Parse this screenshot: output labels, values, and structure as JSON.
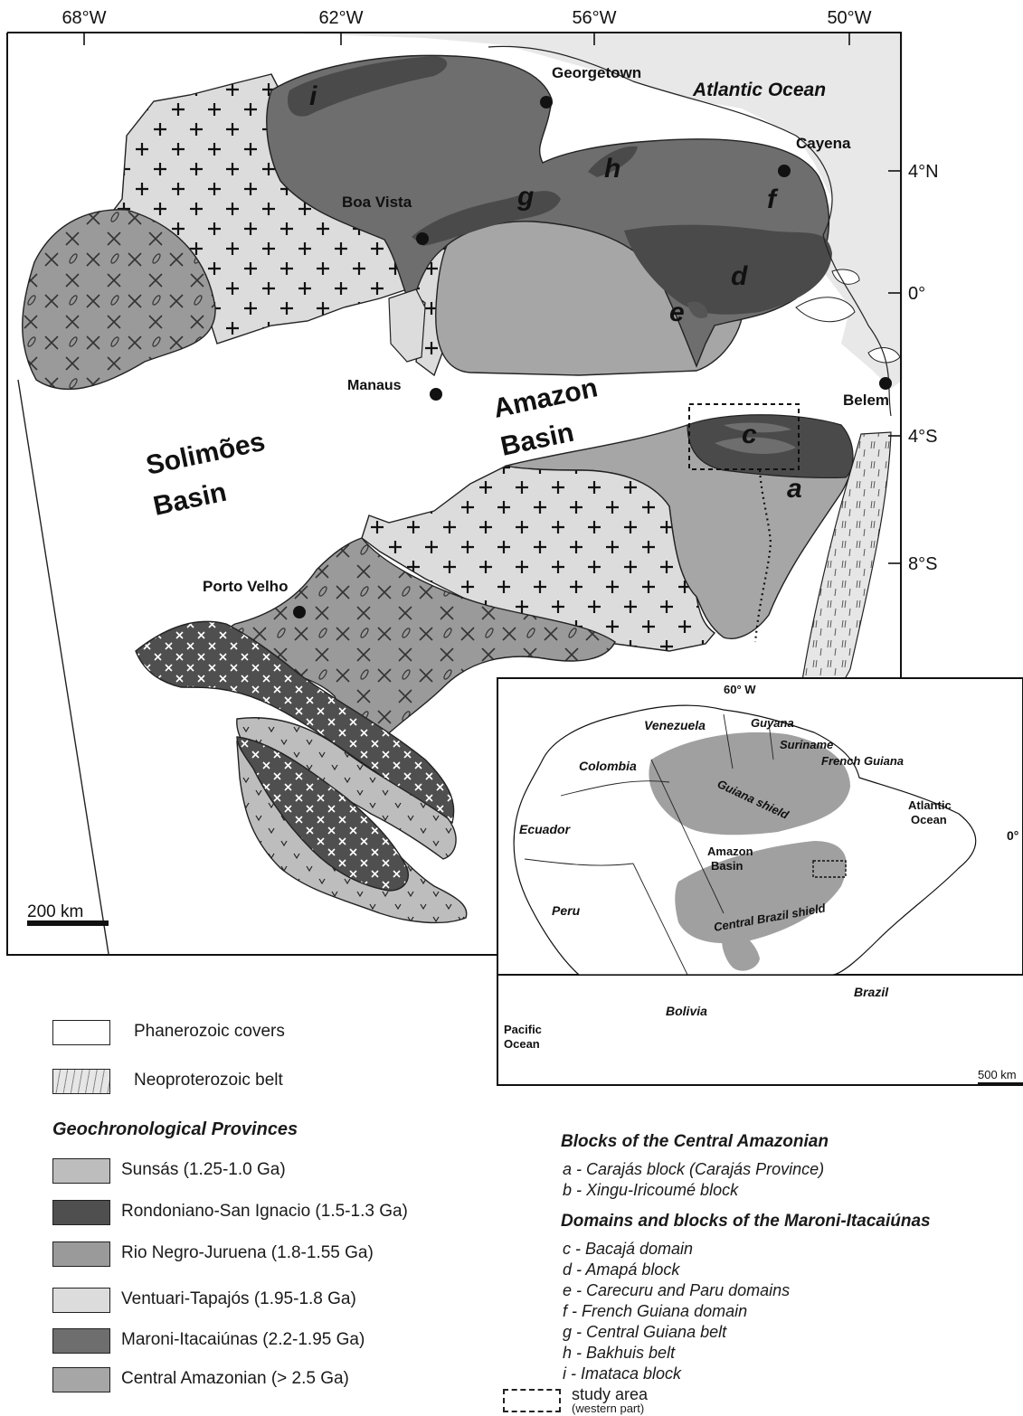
{
  "longitudes": [
    "68°W",
    "62°W",
    "56°W",
    "50°W"
  ],
  "latitudes": [
    "4°N",
    "0°",
    "4°S",
    "8°S"
  ],
  "cities": {
    "georgetown": "Georgetown",
    "cayena": "Cayena",
    "boa_vista": "Boa Vista",
    "manaus": "Manaus",
    "belem": "Belem",
    "porto_velho": "Porto Velho"
  },
  "water": {
    "atlantic": "Atlantic Ocean"
  },
  "basins": {
    "amazon_1": "Amazon",
    "amazon_2": "Basin",
    "solimoes_1": "Solimões",
    "solimoes_2": "Basin"
  },
  "block_letters": [
    "a",
    "c",
    "d",
    "e",
    "f",
    "g",
    "h",
    "i"
  ],
  "scale_main": "200 km",
  "inset": {
    "longitude": "60° W",
    "equator": "0°",
    "countries": [
      "Venezuela",
      "Guyana",
      "Suriname",
      "French Guiana",
      "Colombia",
      "Ecuador",
      "Peru",
      "Bolivia",
      "Brazil"
    ],
    "atlantic_1": "Atlantic",
    "atlantic_2": "Ocean",
    "pacific_1": "Pacific",
    "pacific_2": "Ocean",
    "amazon_1": "Amazon",
    "amazon_2": "Basin",
    "guiana_shield": "Guiana shield",
    "central_brazil_shield": "Central Brazil shield",
    "scale": "500 km"
  },
  "legend": {
    "phanerozoic": "Phanerozoic covers",
    "neoproterozoic": "Neoproterozoic belt",
    "provinces_title": "Geochronological Provinces",
    "provinces": [
      "Sunsás (1.25-1.0 Ga)",
      "Rondoniano-San Ignacio (1.5-1.3 Ga)",
      "Rio Negro-Juruena (1.8-1.55 Ga)",
      "Ventuari-Tapajós (1.95-1.8 Ga)",
      "Maroni-Itacaiúnas (2.2-1.95 Ga)",
      "Central Amazonian (> 2.5 Ga)"
    ],
    "blocks_title": "Blocks of the Central Amazonian",
    "blocks": [
      "a - Carajás block (Carajás Province)",
      "b - Xingu-Iricoumé block"
    ],
    "domains_title": "Domains and blocks of the Maroni-Itacaiúnas",
    "domains": [
      "c - Bacajá domain",
      "d - Amapá block",
      "e - Carecuru and Paru domains",
      "f -  French Guiana domain",
      "g - Central Guiana belt",
      "h - Bakhuis belt",
      "i - Imataca block"
    ],
    "study_area": "study area",
    "study_area_note": "(western part)"
  },
  "colors": {
    "central_amazonian": "#a6a6a6",
    "maroni": "#6e6e6e",
    "maroni_dark": "#4a4a4a",
    "ventuari": "#dcdcdc",
    "rio_negro": "#9a9a9a",
    "rondoniano": "#4f4f4f",
    "sunsas": "#bdbdbd",
    "neoproterozoic": "#e6e6e6",
    "ocean": "#e8e8e8"
  }
}
